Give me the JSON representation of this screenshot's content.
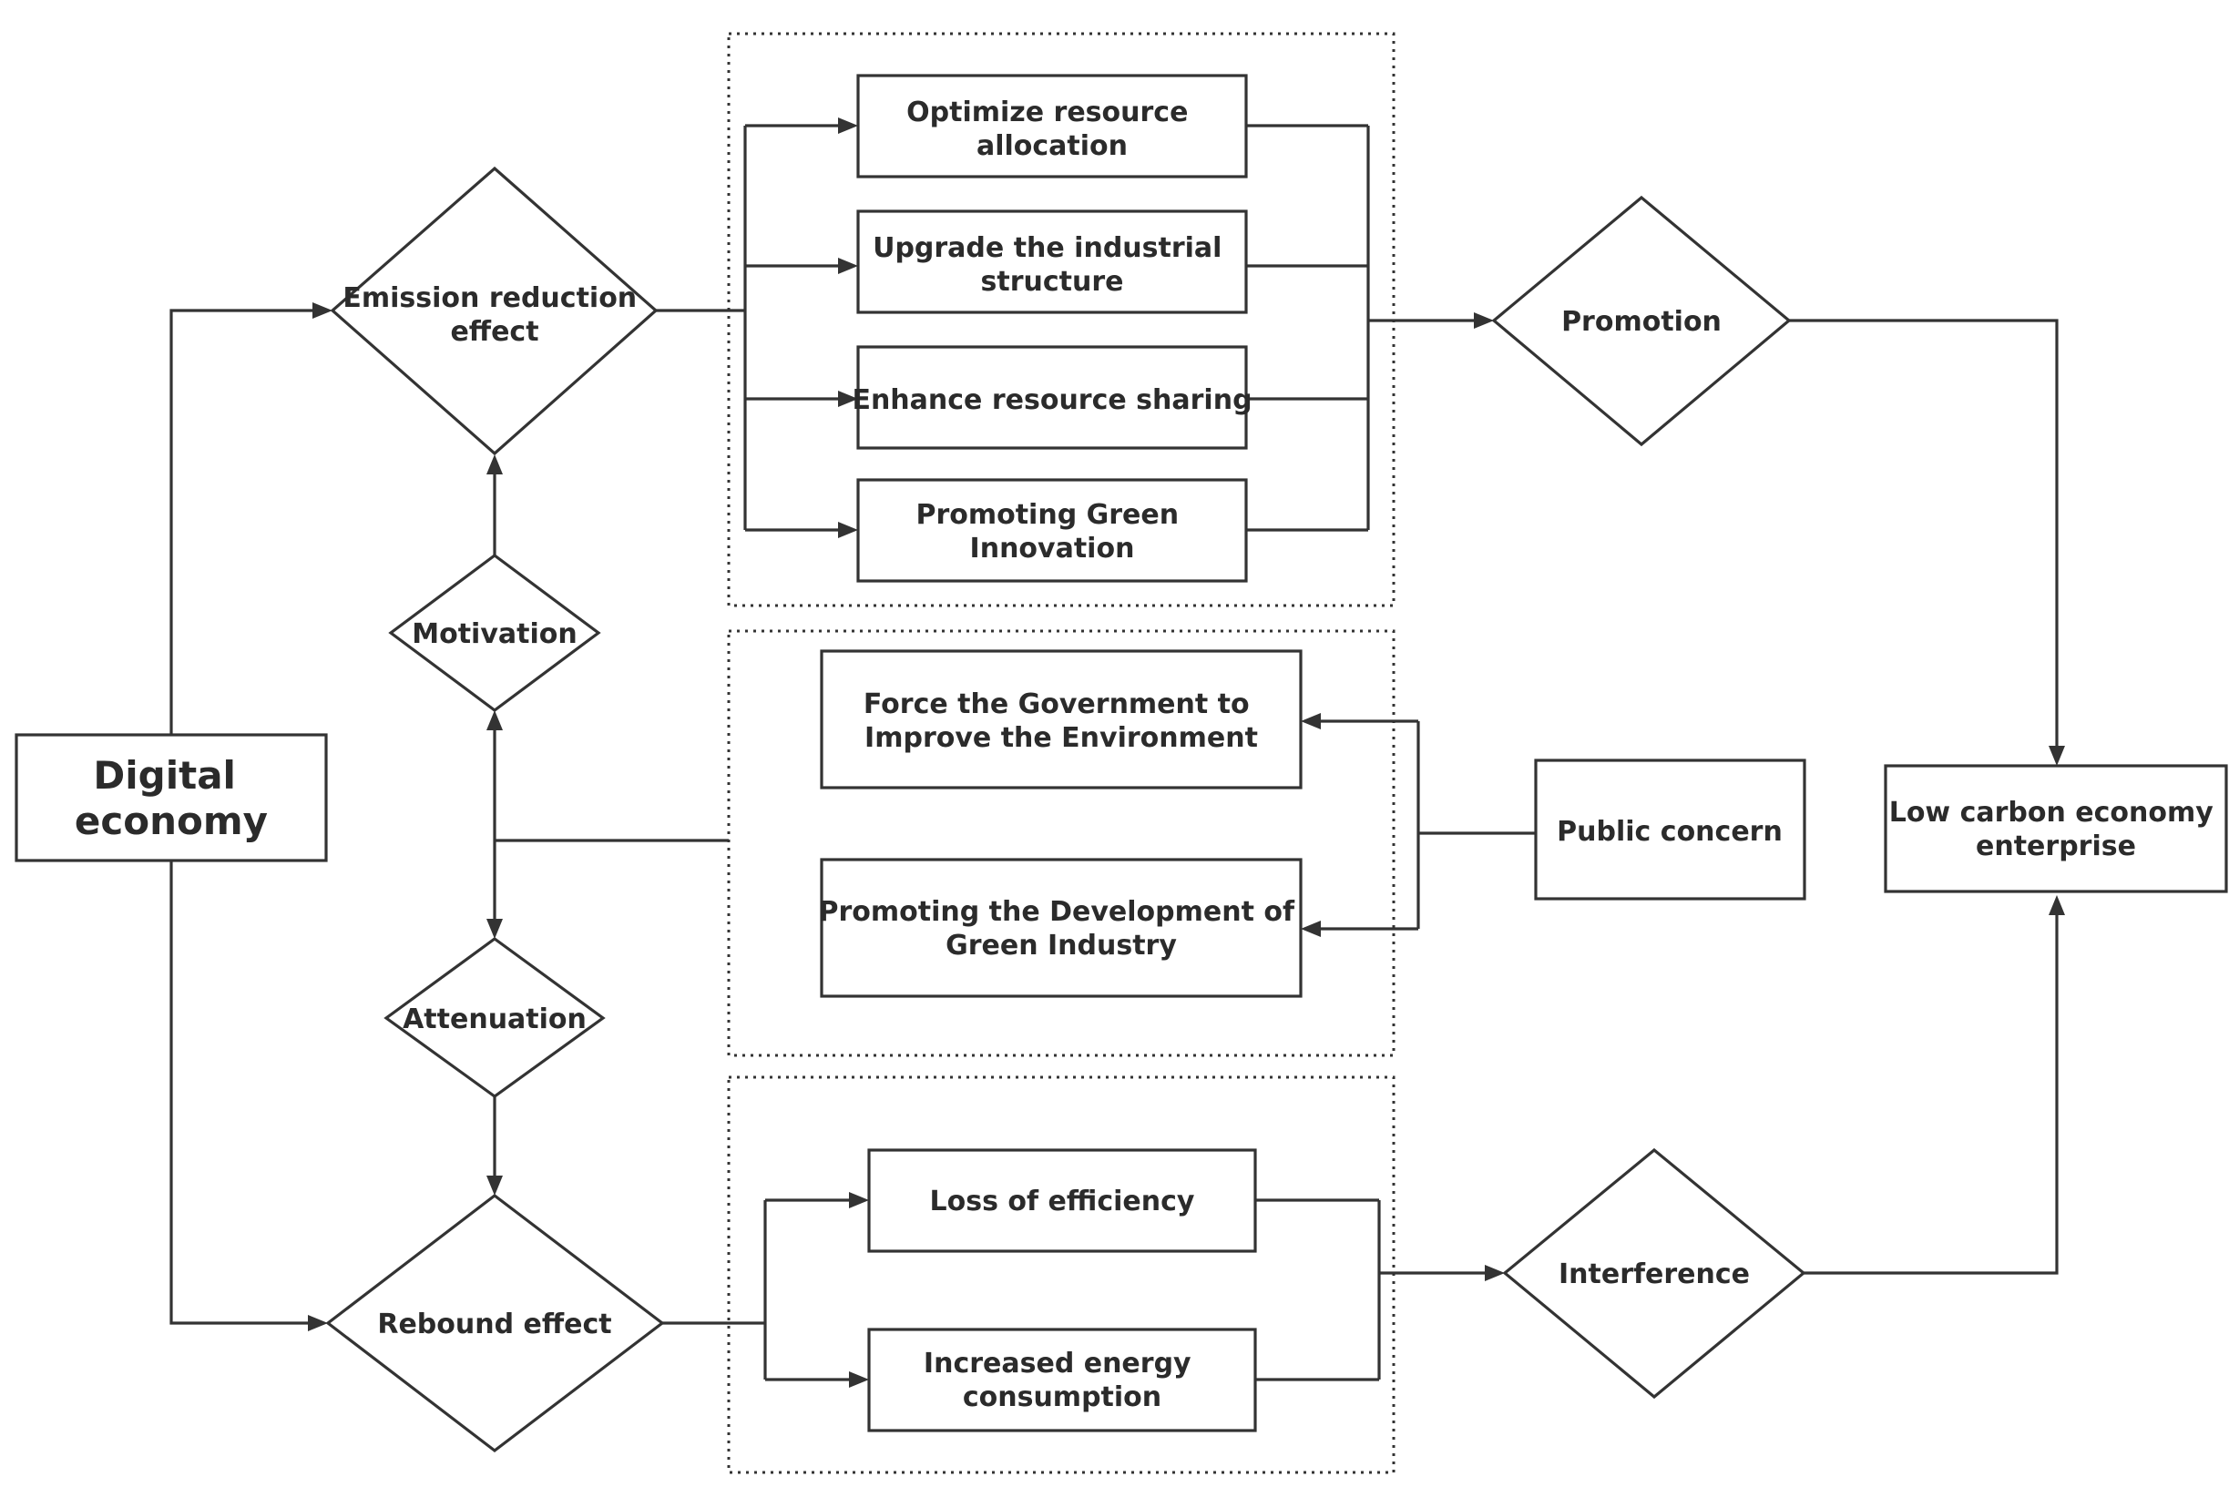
{
  "nodes": {
    "digital_economy": [
      "Digital",
      "economy"
    ],
    "emission_reduction_effect": [
      "Emission reduction",
      "effect"
    ],
    "motivation": [
      "Motivation"
    ],
    "attenuation": [
      "Attenuation"
    ],
    "rebound_effect": [
      "Rebound effect"
    ],
    "optimize_resource_allocation": [
      "Optimize resource",
      "allocation"
    ],
    "upgrade_industrial_structure": [
      "Upgrade the industrial",
      "structure"
    ],
    "enhance_resource_sharing": [
      "Enhance resource sharing"
    ],
    "promoting_green_innovation": [
      "Promoting Green",
      "Innovation"
    ],
    "force_government": [
      "Force the Government to",
      "Improve the Environment"
    ],
    "promoting_green_industry": [
      "Promoting the Development of",
      "Green Industry"
    ],
    "public_concern": [
      "Public concern"
    ],
    "loss_of_efficiency": [
      "Loss of efficiency"
    ],
    "increased_energy_consumption": [
      "Increased energy",
      "consumption"
    ],
    "promotion": [
      "Promotion"
    ],
    "interference": [
      "Interference"
    ],
    "low_carbon_enterprise": [
      "Low carbon economy",
      "enterprise"
    ]
  },
  "colors": {
    "stroke": "#333333",
    "text": "#2b2b2b",
    "background": "#ffffff"
  }
}
